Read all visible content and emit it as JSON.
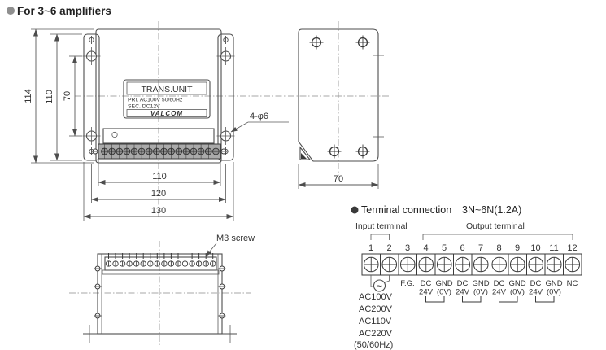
{
  "heading": {
    "text": "For 3~6 amplifiers"
  },
  "front_view": {
    "label": {
      "title": "TRANS.UNIT",
      "pri": "PRI. AC100V 50/60Hz",
      "sec": "SEC. DC12V",
      "brand": "VALCOM"
    },
    "dim_height_overall": "114",
    "dim_height_flange": "110",
    "dim_hole_pitch_vertical": "70",
    "dim_terminal_width": "110",
    "dim_hole_pitch_horizontal": "120",
    "dim_width_overall": "130",
    "hole_callout": "4-φ6"
  },
  "side_view": {
    "dim_depth": "70"
  },
  "bottom_view": {
    "screw_callout": "M3 screw"
  },
  "terminal_connection": {
    "title": "Terminal connection",
    "rating": "3N~6N(1.2A)",
    "input_label": "Input terminal",
    "output_label": "Output terminal",
    "numbers": [
      "1",
      "2",
      "3",
      "4",
      "5",
      "6",
      "7",
      "8",
      "9",
      "10",
      "11",
      "12"
    ],
    "fg_label": "F.G.",
    "nc_label": "NC",
    "dc_label_top": "DC",
    "dc_label_bottom": "24V",
    "gnd_label_top": "GND",
    "gnd_label_bottom": "(0V)",
    "ac_symbol": "~",
    "ac_options": [
      "AC100V",
      "AC200V",
      "AC110V",
      "AC220V",
      "(50/60Hz)"
    ]
  }
}
